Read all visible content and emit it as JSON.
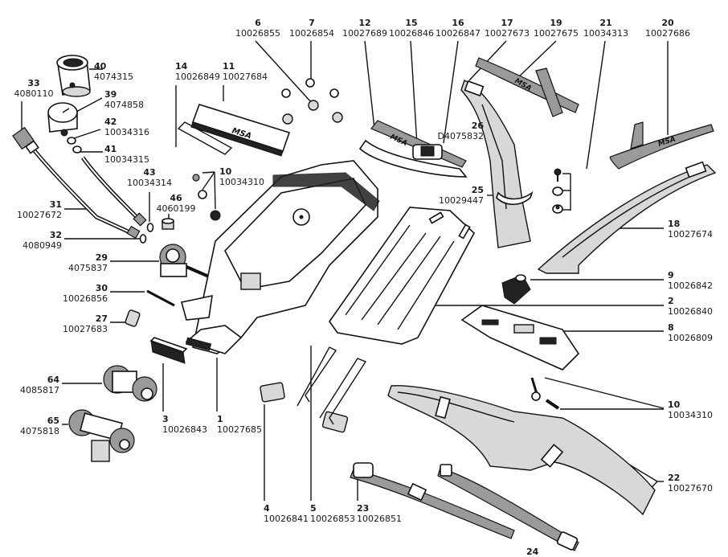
{
  "diagram": {
    "title": "MSA breathing apparatus exploded parts diagram",
    "brand_marking": "MSA",
    "parts": [
      {
        "id": "p40",
        "num": "40",
        "part_no": "4074315",
        "name": "coupling nut"
      },
      {
        "id": "p33",
        "num": "33",
        "part_no": "4080110",
        "name": "high pressure hose"
      },
      {
        "id": "p39",
        "num": "39",
        "part_no": "4074858",
        "name": "pressure gauge"
      },
      {
        "id": "p42",
        "num": "42",
        "part_no": "10034316",
        "name": "o-ring"
      },
      {
        "id": "p41",
        "num": "41",
        "part_no": "10034315",
        "name": "o-ring"
      },
      {
        "id": "p43",
        "num": "43",
        "part_no": "10034314",
        "name": "o-ring"
      },
      {
        "id": "p46",
        "num": "46",
        "part_no": "4060199",
        "name": "plug"
      },
      {
        "id": "p31",
        "num": "31",
        "part_no": "10027672",
        "name": "hose"
      },
      {
        "id": "p32",
        "num": "32",
        "part_no": "4080949",
        "name": "o-ring"
      },
      {
        "id": "p29",
        "num": "29",
        "part_no": "4075837",
        "name": "pressure reducer"
      },
      {
        "id": "p30",
        "num": "30",
        "part_no": "10026856",
        "name": "pin"
      },
      {
        "id": "p27",
        "num": "27",
        "part_no": "10027683",
        "name": "ring"
      },
      {
        "id": "p64",
        "num": "64",
        "part_no": "4085817",
        "name": "valve adapter"
      },
      {
        "id": "p65",
        "num": "65",
        "part_no": "4075818",
        "name": "valve adapter"
      },
      {
        "id": "p3",
        "num": "3",
        "part_no": "10026843",
        "name": "pad"
      },
      {
        "id": "p1",
        "num": "1",
        "part_no": "10027685",
        "name": "backplate"
      },
      {
        "id": "p4",
        "num": "4",
        "part_no": "10026841",
        "name": "pad"
      },
      {
        "id": "p5",
        "num": "5",
        "part_no": "10026853",
        "name": "wire bracket"
      },
      {
        "id": "p23",
        "num": "23",
        "part_no": "10026851",
        "name": "strap"
      },
      {
        "id": "p24",
        "num": "24",
        "part_no": "",
        "name": "strap"
      },
      {
        "id": "p14",
        "num": "14",
        "part_no": "10026849",
        "name": "wire bracket"
      },
      {
        "id": "p11",
        "num": "11",
        "part_no": "10027684",
        "name": "bracket"
      },
      {
        "id": "p6",
        "num": "6",
        "part_no": "10026855",
        "name": "nut"
      },
      {
        "id": "p7",
        "num": "7",
        "part_no": "10026854",
        "name": "screw"
      },
      {
        "id": "p10a",
        "num": "10",
        "part_no": "10034310",
        "name": "screw set"
      },
      {
        "id": "p12",
        "num": "12",
        "part_no": "10027689",
        "name": "cylinder strap"
      },
      {
        "id": "p15",
        "num": "15",
        "part_no": "10026846",
        "name": "buckle"
      },
      {
        "id": "p16",
        "num": "16",
        "part_no": "10026847",
        "name": "buckle"
      },
      {
        "id": "p17",
        "num": "17",
        "part_no": "10027673",
        "name": "shoulder strap"
      },
      {
        "id": "p19",
        "num": "19",
        "part_no": "10027675",
        "name": "strap"
      },
      {
        "id": "p21",
        "num": "21",
        "part_no": "10034313",
        "name": "rivet set"
      },
      {
        "id": "p20",
        "num": "20",
        "part_no": "10027686",
        "name": "strap"
      },
      {
        "id": "p26",
        "num": "26",
        "part_no": "D4075832",
        "name": "shoulder pad"
      },
      {
        "id": "p25",
        "num": "25",
        "part_no": "10029447",
        "name": "clip"
      },
      {
        "id": "p18",
        "num": "18",
        "part_no": "10027674",
        "name": "shoulder harness"
      },
      {
        "id": "p9",
        "num": "9",
        "part_no": "10026842",
        "name": "cap"
      },
      {
        "id": "p2",
        "num": "2",
        "part_no": "10026840",
        "name": "support plate"
      },
      {
        "id": "p8",
        "num": "8",
        "part_no": "10026809",
        "name": "bracket plate"
      },
      {
        "id": "p10b",
        "num": "10",
        "part_no": "10034310",
        "name": "screw set"
      },
      {
        "id": "p22",
        "num": "22",
        "part_no": "10027670",
        "name": "waist pad"
      }
    ]
  }
}
